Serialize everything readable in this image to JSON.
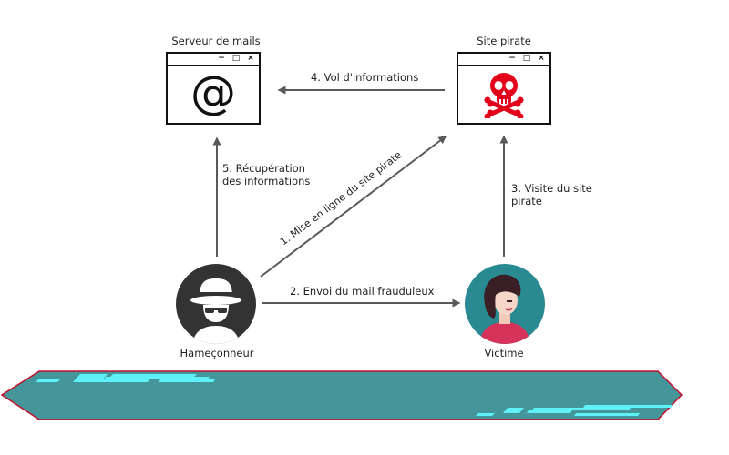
{
  "nodes": {
    "mail_server": {
      "title": "Serveur de mails",
      "icon": "at-sign-icon",
      "glyph": "@"
    },
    "pirate_site": {
      "title": "Site pirate",
      "icon": "skull-crossbones-icon",
      "icon_color": "#e2001a"
    },
    "phisher": {
      "label": "Hameçonneur",
      "icon": "hacker-hat-icon",
      "color": "#333333"
    },
    "victim": {
      "label": "Victime",
      "icon": "woman-avatar-icon",
      "bg_color": "#2a8a92"
    }
  },
  "window_controls": [
    "−",
    "□",
    "×"
  ],
  "steps": {
    "step1": "1. Mise en ligne du site pirate",
    "step2": "2. Envoi du mail frauduleux",
    "step3_line1": "3. Visite du site",
    "step3_line2": "pirate",
    "step4": "4. Vol d'informations",
    "step5_line1": "5. Récupération",
    "step5_line2": "des informations"
  },
  "colors": {
    "arrow": "#595959",
    "banner": "#45969b",
    "banner_border": "#c0102a",
    "banner_accent": "#5ef2f8"
  }
}
